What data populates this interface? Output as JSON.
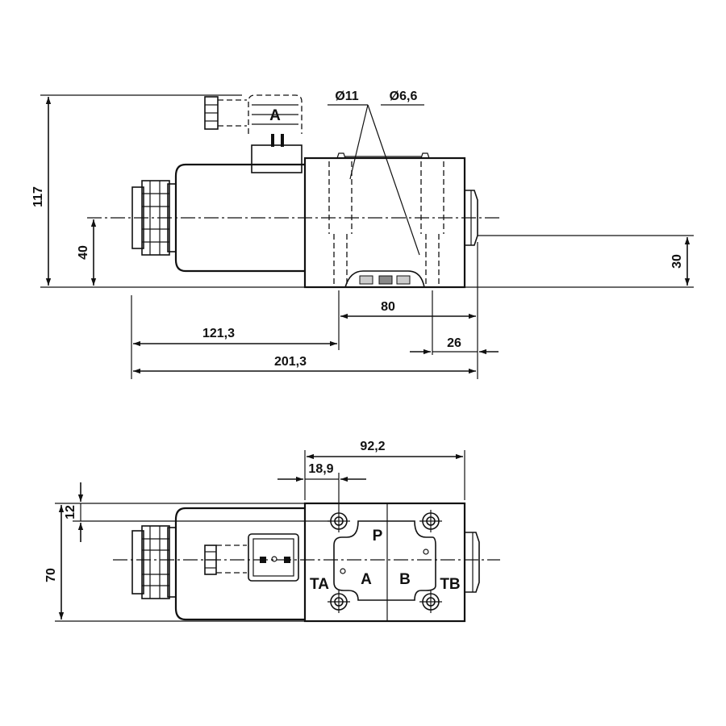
{
  "side_view": {
    "dimensions": {
      "height_total": "117",
      "axis_height": "40",
      "port_height": "30",
      "body_width": "80",
      "solenoid_to_body": "121,3",
      "overall_length": "201,3",
      "offset": "26",
      "hole_large": "Ø11",
      "hole_small": "Ø6,6"
    },
    "connector_label": "A"
  },
  "top_view": {
    "dimensions": {
      "body_length": "92,2",
      "hole_offset": "18,9",
      "edge_offset": "12",
      "width": "70"
    },
    "ports": {
      "p": "P",
      "a": "A",
      "b": "B",
      "ta": "TA",
      "tb": "TB"
    }
  }
}
